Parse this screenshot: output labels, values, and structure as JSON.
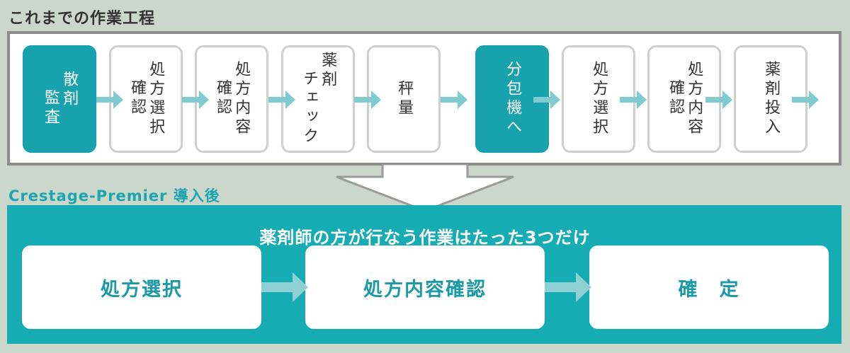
{
  "before": {
    "title": "これまでの作業工程",
    "steps": [
      {
        "cols": [
          "散剤",
          "監査"
        ],
        "highlight": true
      },
      {
        "cols": [
          "処方選択",
          "確認"
        ],
        "highlight": false
      },
      {
        "cols": [
          "処方内容",
          "確認"
        ],
        "highlight": false
      },
      {
        "cols": [
          "薬剤",
          "チェック"
        ],
        "highlight": false
      },
      {
        "cols": [
          "秤量"
        ],
        "highlight": false
      },
      {
        "cols": [
          "分包機へ"
        ],
        "highlight": true
      },
      {
        "cols": [
          "処方選択"
        ],
        "highlight": false
      },
      {
        "cols": [
          "処方内容",
          "確認"
        ],
        "highlight": false
      },
      {
        "cols": [
          "薬剤投入"
        ],
        "highlight": false
      }
    ]
  },
  "after": {
    "title": "Crestage-Premier 導入後",
    "heading": "薬剤師の方が行なう作業はたった3つだけ",
    "steps": [
      {
        "label": "処方選択"
      },
      {
        "label": "処方内容確認"
      },
      {
        "label": "確　定"
      }
    ]
  },
  "colors": {
    "accent": "#17a2ae",
    "arrow_small": "#7fcbd0",
    "arrow_large": "#8fd0d4",
    "panel_border": "#8c8c8c",
    "background": "#ccd7cb"
  }
}
